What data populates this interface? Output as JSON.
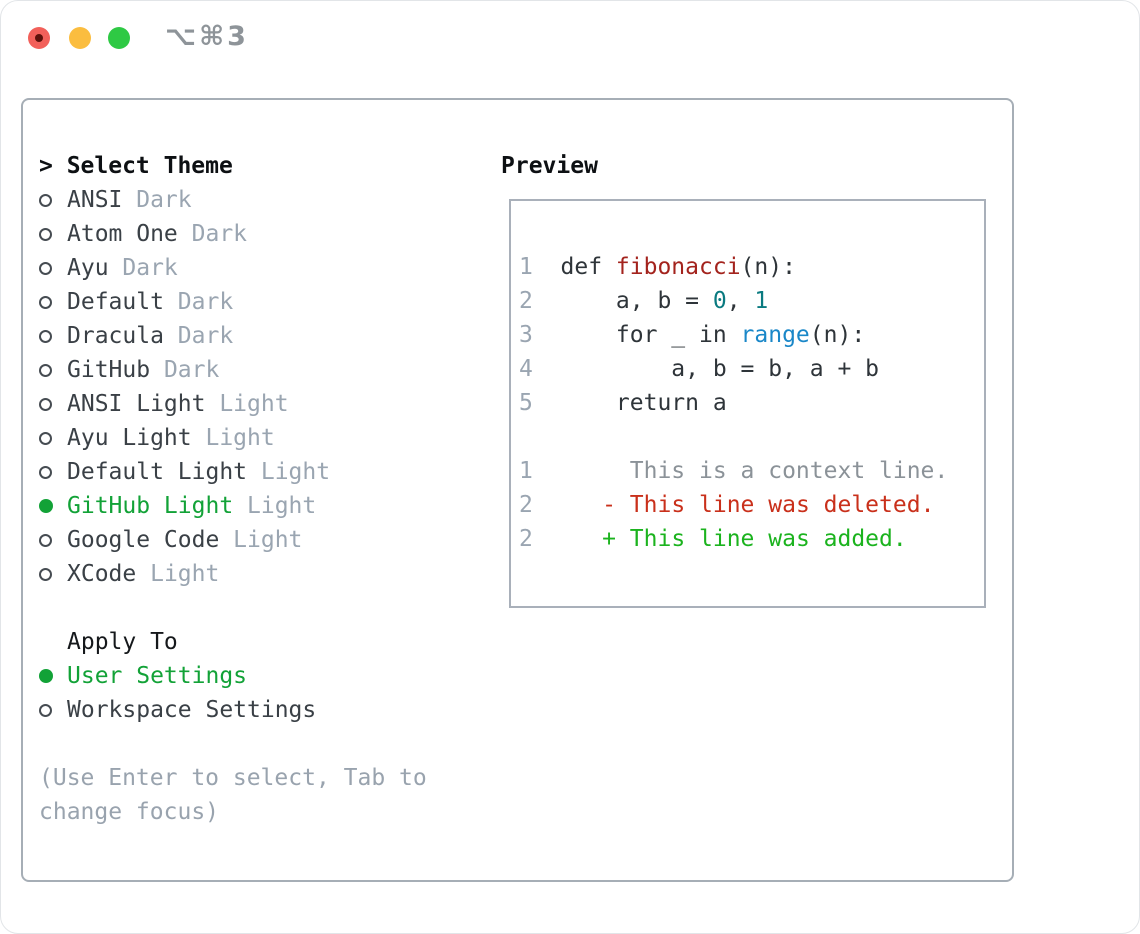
{
  "titlebar": {
    "shortcut": "⌥⌘3",
    "traffic_lights": [
      {
        "name": "close",
        "color": "#f2605a"
      },
      {
        "name": "minimize",
        "color": "#fbbd3f"
      },
      {
        "name": "zoom",
        "color": "#2ec944"
      }
    ]
  },
  "colors": {
    "panel_border": "#a6aeb6",
    "preview_border": "#a9b0ba",
    "selection_green": "#12a237",
    "muted_gray": "#9aa5b1",
    "item_text": "#3a4046",
    "code_default": "#2e3439",
    "function_red": "#a3231d",
    "literal_teal": "#0a7a80",
    "builtin_blue": "#1a87c8",
    "diff_context": "#8b9298",
    "diff_deleted": "#c9301b",
    "diff_added": "#1bb31e"
  },
  "theme_select": {
    "header_prefix": ">",
    "header_label": "Select Theme",
    "items": [
      {
        "name": "ANSI",
        "variant": "Dark",
        "selected": false
      },
      {
        "name": "Atom One",
        "variant": "Dark",
        "selected": false
      },
      {
        "name": "Ayu",
        "variant": "Dark",
        "selected": false
      },
      {
        "name": "Default",
        "variant": "Dark",
        "selected": false
      },
      {
        "name": "Dracula",
        "variant": "Dark",
        "selected": false
      },
      {
        "name": "GitHub",
        "variant": "Dark",
        "selected": false
      },
      {
        "name": "ANSI Light",
        "variant": "Light",
        "selected": false
      },
      {
        "name": "Ayu Light",
        "variant": "Light",
        "selected": false
      },
      {
        "name": "Default Light",
        "variant": "Light",
        "selected": false
      },
      {
        "name": "GitHub Light",
        "variant": "Light",
        "selected": true
      },
      {
        "name": "Google Code",
        "variant": "Light",
        "selected": false
      },
      {
        "name": "XCode",
        "variant": "Light",
        "selected": false
      }
    ],
    "apply_to": {
      "label": "Apply To",
      "options": [
        {
          "label": "User Settings",
          "selected": true
        },
        {
          "label": "Workspace Settings",
          "selected": false
        }
      ]
    },
    "help_line_1": "(Use Enter to select, Tab to",
    "help_line_2": "change focus)"
  },
  "preview": {
    "title": "Preview",
    "lines": [
      {
        "num": "1",
        "segments": [
          {
            "text": "def "
          },
          {
            "text": "fibonacci"
          },
          {
            "text": "(n):"
          }
        ]
      },
      {
        "num": "2",
        "segments": [
          {
            "text": "    a, b = "
          },
          {
            "text": "0"
          },
          {
            "text": ", "
          },
          {
            "text": "1"
          }
        ]
      },
      {
        "num": "3",
        "segments": [
          {
            "text": "    for _ in "
          },
          {
            "text": "range"
          },
          {
            "text": "(n):"
          }
        ]
      },
      {
        "num": "4",
        "segments": [
          {
            "text": "        a, b = b, a + b"
          }
        ]
      },
      {
        "num": "5",
        "segments": [
          {
            "text": "    return a"
          }
        ]
      },
      {
        "num": "",
        "segments": [
          {
            "text": ""
          }
        ]
      },
      {
        "num": "1",
        "segments": [
          {
            "text": "     This is a context line."
          }
        ]
      },
      {
        "num": "2",
        "segments": [
          {
            "text": "   "
          },
          {
            "text": "- This line was deleted."
          }
        ]
      },
      {
        "num": "2",
        "segments": [
          {
            "text": "   "
          },
          {
            "text": "+ This line was added."
          }
        ]
      }
    ]
  }
}
